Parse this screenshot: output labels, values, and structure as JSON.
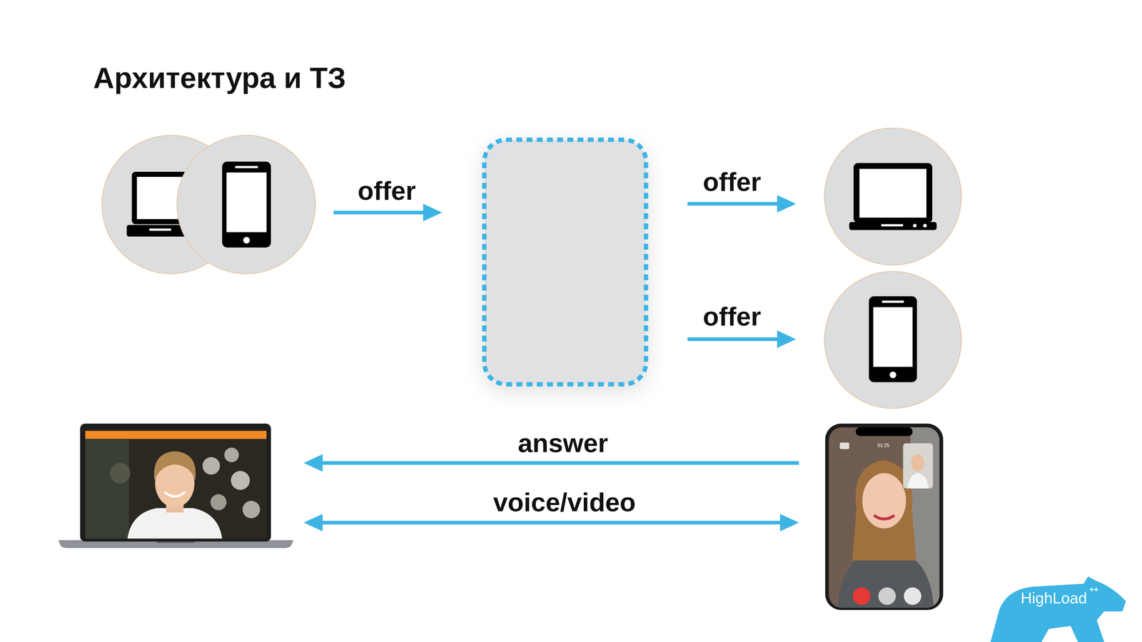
{
  "diagram": {
    "title": "Архитектура и ТЗ",
    "labels": [
      "offer",
      "offer",
      "offer",
      "answer",
      "voice/video",
      "01:25",
      "HighLoad",
      "++"
    ]
  }
}
